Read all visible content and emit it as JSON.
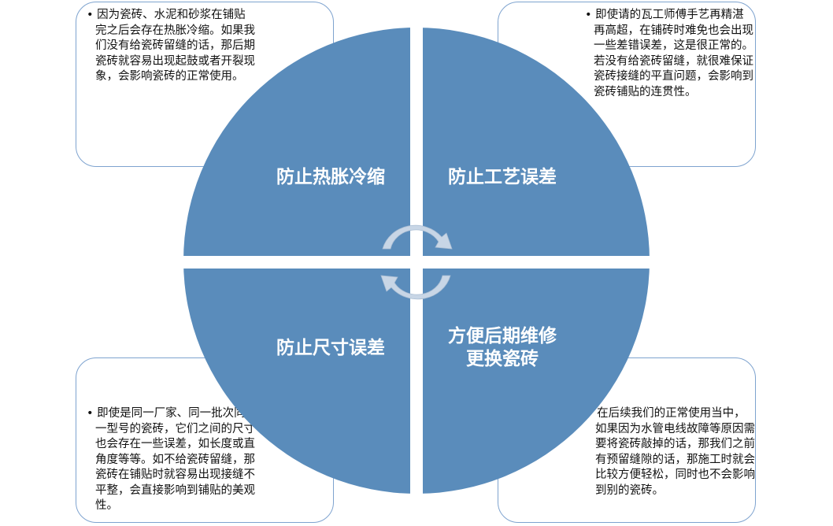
{
  "quadrants": [
    {
      "title": "防止热胀冷缩",
      "text": "因为瓷砖、水泥和砂浆在铺贴完之后会存在热胀冷缩。如果我们没有给瓷砖留缝的话，那后期瓷砖就容易出现起鼓或者开裂现象，会影响瓷砖的正常使用。"
    },
    {
      "title": "防止工艺误差",
      "text": "即使请的瓦工师傅手艺再精湛再高超，在铺砖时难免也会出现一些差错误差，这是很正常的。若没有给瓷砖留缝，就很难保证瓷砖接缝的平直问题，会影响到瓷砖铺贴的连贯性。"
    },
    {
      "title": "防止尺寸误差",
      "text": "即使是同一厂家、同一批次同一型号的瓷砖，它们之间的尺寸也会存在一些误差，如长度或直角度等等。如不给瓷砖留缝，那瓷砖在铺贴时就容易出现接缝不平整，会直接影响到铺贴的美观性。"
    },
    {
      "title_line1": "方便后期维修",
      "title_line2": "更换瓷砖",
      "text": "在后续我们的正常使用当中，如果因为水管电线故障等原因需要将瓷砖敲掉的话，那我们之前有预留缝隙的话，那施工时就会比较方便轻松，同时也不会影响到别的瓷砖。"
    }
  ],
  "colors": {
    "circle": "#5a8cbb",
    "border": "#7ea3cf",
    "arrow": "#c5d3e3"
  }
}
